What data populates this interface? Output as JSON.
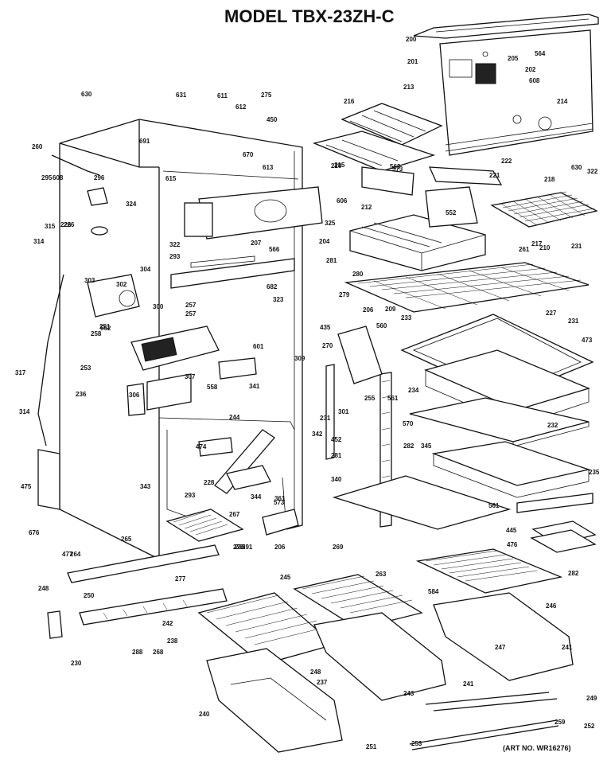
{
  "title": "MODEL TBX-23ZH-C",
  "art_no": "(ART NO. WR16276)",
  "parts": [
    "200",
    "201",
    "564",
    "205",
    "202",
    "608",
    "213",
    "214",
    "630",
    "322",
    "216",
    "215",
    "563",
    "275",
    "450",
    "631",
    "630",
    "611",
    "612",
    "691",
    "670",
    "613",
    "260",
    "608",
    "295",
    "296",
    "615",
    "324",
    "221",
    "222",
    "218",
    "226",
    "220",
    "573",
    "212",
    "552",
    "606",
    "325",
    "226",
    "315",
    "314",
    "322",
    "207",
    "566",
    "217",
    "204",
    "231",
    "210",
    "293",
    "281",
    "261",
    "233",
    "280",
    "279",
    "206",
    "209",
    "303",
    "302",
    "304",
    "552",
    "323",
    "300",
    "257",
    "251",
    "258",
    "257",
    "435",
    "560",
    "231",
    "227",
    "473",
    "682",
    "601",
    "270",
    "253",
    "306",
    "307",
    "309",
    "301",
    "255",
    "561",
    "234",
    "236",
    "317",
    "314",
    "558",
    "341",
    "231",
    "570",
    "232",
    "244",
    "345",
    "235",
    "474",
    "342",
    "452",
    "281",
    "282",
    "228",
    "343",
    "293",
    "344",
    "361",
    "573",
    "340",
    "561",
    "475",
    "676",
    "267",
    "285",
    "206",
    "445",
    "476",
    "477",
    "264",
    "265",
    "277",
    "278",
    "269",
    "245",
    "263",
    "282",
    "250",
    "584",
    "246",
    "248",
    "291",
    "268",
    "242",
    "241",
    "230",
    "238",
    "288",
    "248",
    "247",
    "241",
    "237",
    "240",
    "251",
    "243",
    "249",
    "252",
    "259",
    "253"
  ]
}
